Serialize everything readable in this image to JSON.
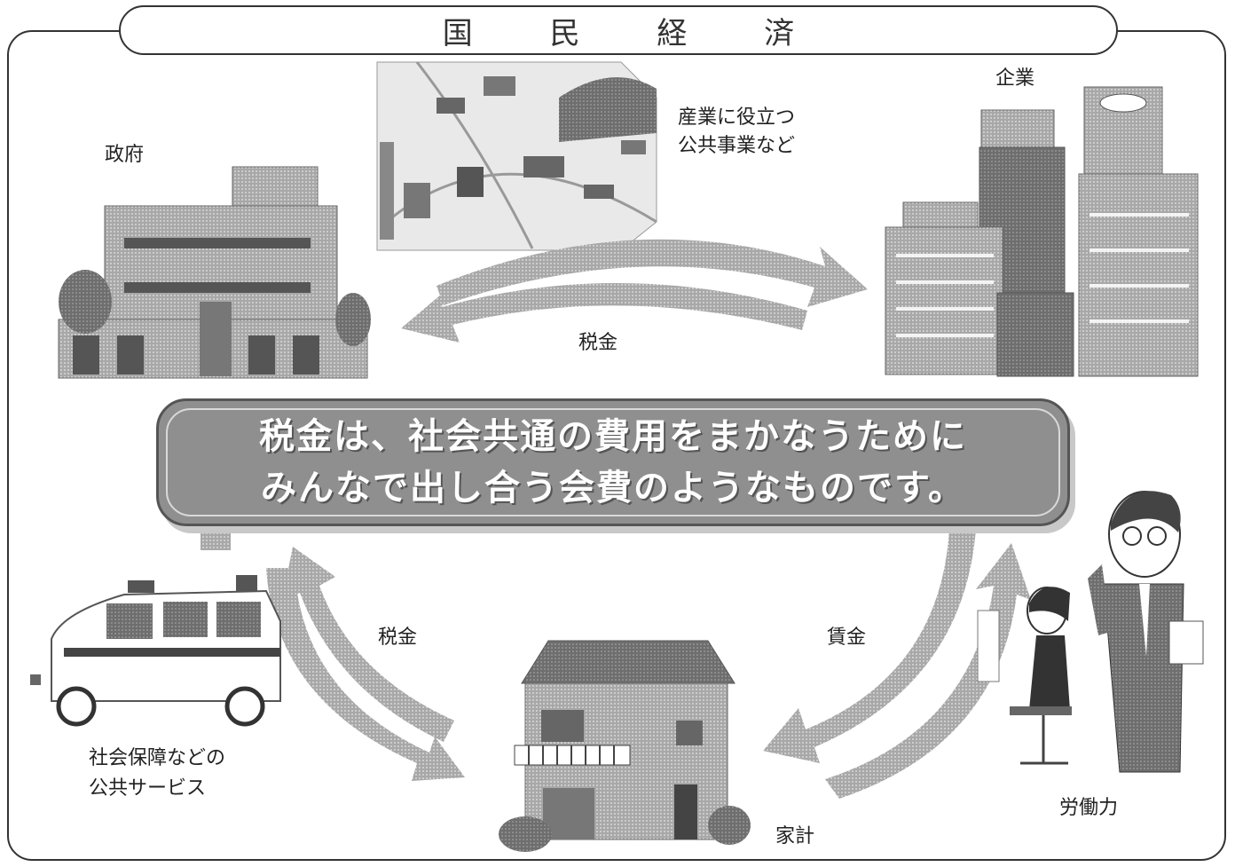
{
  "title": "国 民 経 済",
  "banner": {
    "line1": "税金は、社会共通の費用をまかなうために",
    "line2": "みんなで出し合う会費のようなものです。"
  },
  "labels": {
    "government": "政府",
    "public_works_line1": "産業に役立つ",
    "public_works_line2": "公共事業など",
    "enterprise": "企業",
    "tax_top": "税金",
    "tax_left": "税金",
    "wages": "賃金",
    "social_security_line1": "社会保障などの",
    "social_security_line2": "公共サービス",
    "household": "家計",
    "labor": "労働力"
  },
  "colors": {
    "arrow": "#b5b5b5",
    "banner": "#8f8f8f",
    "building": "#9a9a9a"
  }
}
